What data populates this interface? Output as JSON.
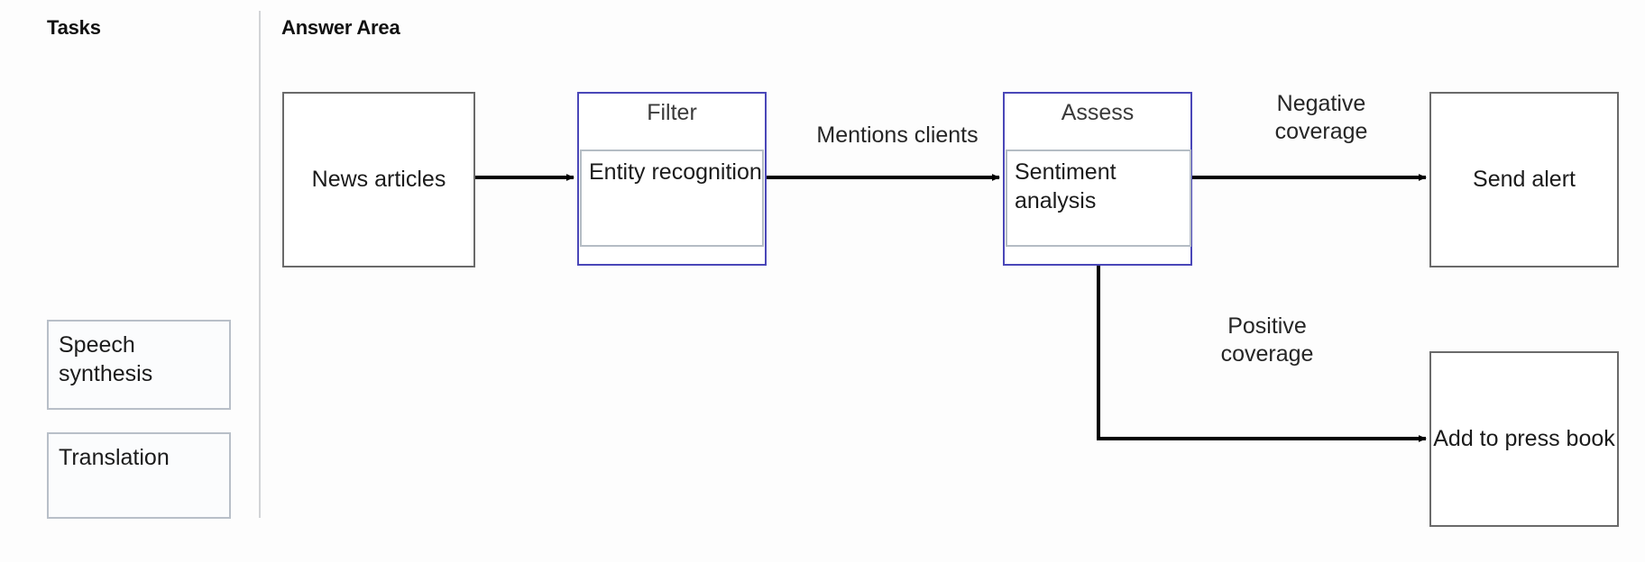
{
  "panels": {
    "tasks": {
      "heading": "Tasks",
      "items": [
        {
          "label": "Speech\nsynthesis"
        },
        {
          "label": "Translation"
        }
      ]
    },
    "answer": {
      "heading": "Answer Area"
    }
  },
  "colors": {
    "dropzone_border": "#4a47b8",
    "node_border": "#6a6a6a",
    "tile_border": "#b8bfc8",
    "divider": "#d2d4d7",
    "connector": "#000000",
    "text": "#1b1b1b"
  },
  "diagram": {
    "type": "flowchart",
    "nodes": [
      {
        "id": "news",
        "kind": "process",
        "label": "News\narticles"
      },
      {
        "id": "filter",
        "kind": "dropzone",
        "title": "Filter",
        "slot_label": "Entity\nrecognition"
      },
      {
        "id": "assess",
        "kind": "dropzone",
        "title": "Assess",
        "slot_label": "Sentiment\nanalysis"
      },
      {
        "id": "send_alert",
        "kind": "process",
        "label": "Send alert"
      },
      {
        "id": "press_book",
        "kind": "process",
        "label": "Add to press\nbook"
      }
    ],
    "edges": [
      {
        "from": "news",
        "to": "filter",
        "label": ""
      },
      {
        "from": "filter",
        "to": "assess",
        "label": "Mentions clients"
      },
      {
        "from": "assess",
        "to": "send_alert",
        "label": "Negative\ncoverage"
      },
      {
        "from": "assess",
        "to": "press_book",
        "label": "Positive\ncoverage"
      }
    ]
  }
}
